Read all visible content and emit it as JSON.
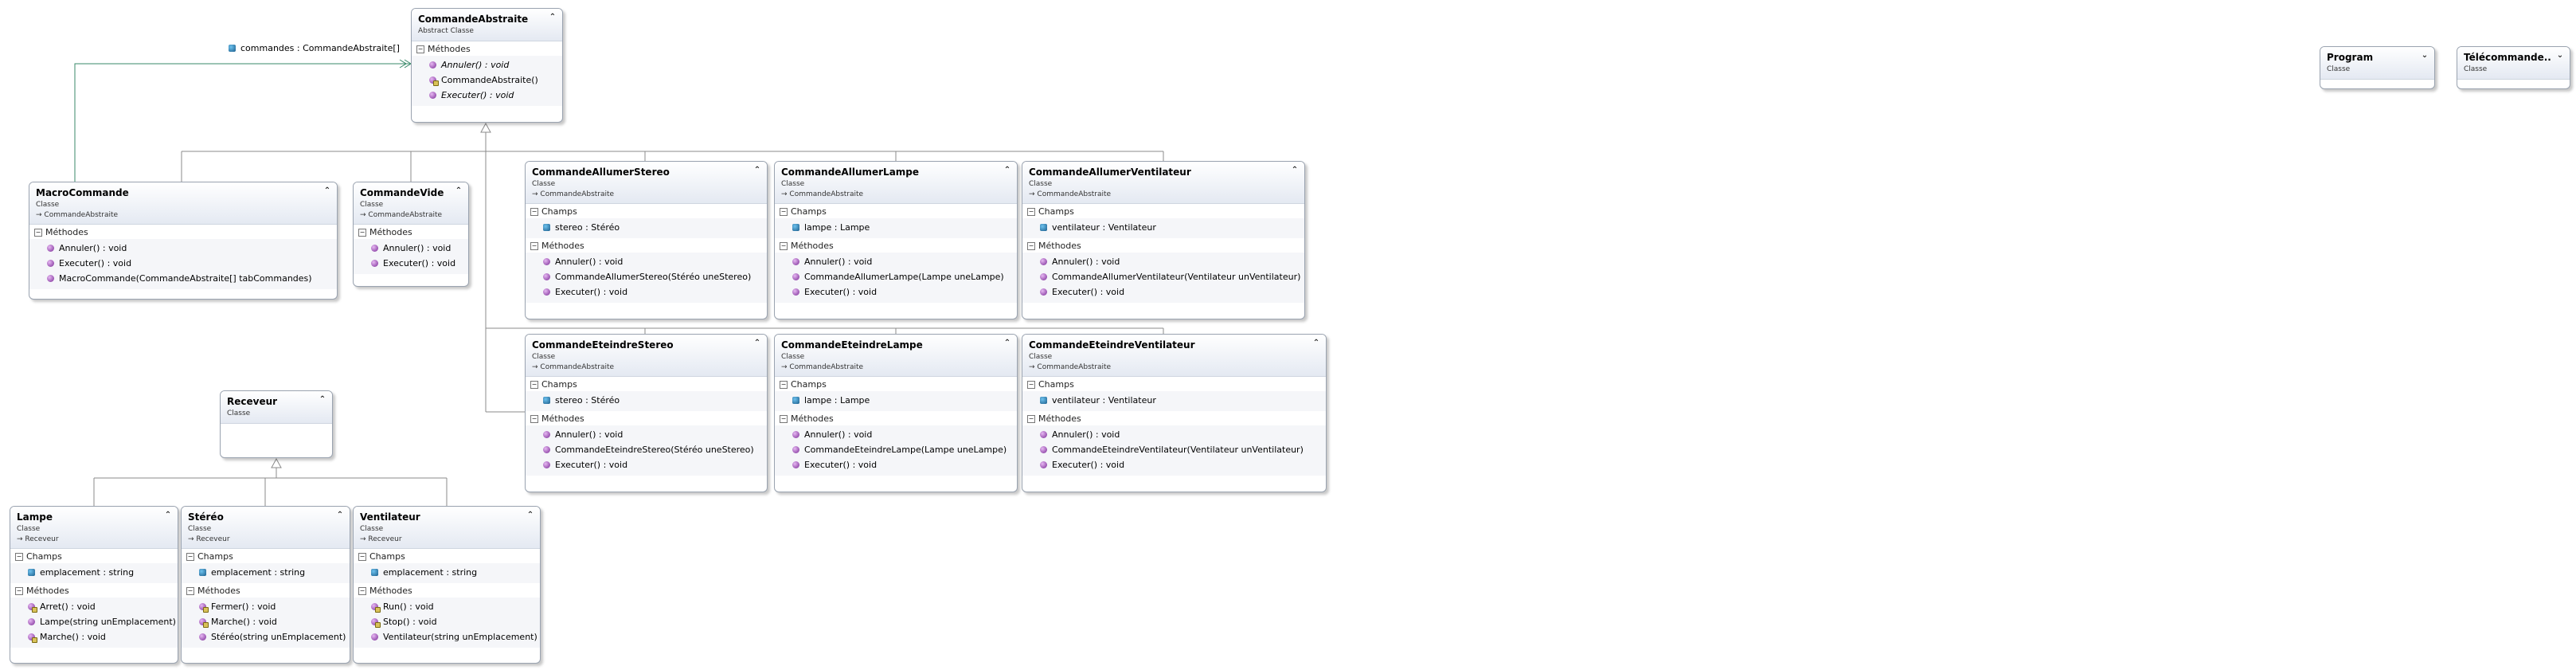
{
  "colors": {
    "edge": "#8b8b8b",
    "association": "#3a8a6a",
    "method_icon": "#7a2a96",
    "field_icon": "#1a5d8c"
  },
  "icons": {
    "method": "method-icon",
    "field": "field-icon",
    "collapse": "chevron-icon",
    "section_toggle": "section-toggle-icon"
  },
  "association": {
    "label": "commandes : CommandeAbstraite[]"
  },
  "classes": {
    "CommandeAbstraite": {
      "name": "CommandeAbstraite",
      "kind": "Abstract Classe",
      "parent": "",
      "collapse": "⌃",
      "sections": [
        {
          "title": "Méthodes",
          "members": [
            {
              "text": "Annuler() : void",
              "icon": "method",
              "abstract": true,
              "prot": false
            },
            {
              "text": "CommandeAbstraite()",
              "icon": "method",
              "abstract": false,
              "prot": true
            },
            {
              "text": "Executer() : void",
              "icon": "method",
              "abstract": true,
              "prot": false
            }
          ]
        }
      ]
    },
    "MacroCommande": {
      "name": "MacroCommande",
      "kind": "Classe",
      "parent": "CommandeAbstraite",
      "collapse": "⌃",
      "sections": [
        {
          "title": "Méthodes",
          "members": [
            {
              "text": "Annuler() : void",
              "icon": "method"
            },
            {
              "text": "Executer() : void",
              "icon": "method"
            },
            {
              "text": "MacroCommande(CommandeAbstraite[] tabCommandes)",
              "icon": "method"
            }
          ]
        }
      ]
    },
    "CommandeVide": {
      "name": "CommandeVide",
      "kind": "Classe",
      "parent": "CommandeAbstraite",
      "collapse": "⌃",
      "sections": [
        {
          "title": "Méthodes",
          "members": [
            {
              "text": "Annuler() : void",
              "icon": "method"
            },
            {
              "text": "Executer() : void",
              "icon": "method"
            }
          ]
        }
      ]
    },
    "CommandeAllumerStereo": {
      "name": "CommandeAllumerStereo",
      "kind": "Classe",
      "parent": "CommandeAbstraite",
      "collapse": "⌃",
      "sections": [
        {
          "title": "Champs",
          "members": [
            {
              "text": "stereo : Stéréo",
              "icon": "field"
            }
          ]
        },
        {
          "title": "Méthodes",
          "members": [
            {
              "text": "Annuler() : void",
              "icon": "method"
            },
            {
              "text": "CommandeAllumerStereo(Stéréo uneStereo)",
              "icon": "method"
            },
            {
              "text": "Executer() : void",
              "icon": "method"
            }
          ]
        }
      ]
    },
    "CommandeAllumerLampe": {
      "name": "CommandeAllumerLampe",
      "kind": "Classe",
      "parent": "CommandeAbstraite",
      "collapse": "⌃",
      "sections": [
        {
          "title": "Champs",
          "members": [
            {
              "text": "lampe : Lampe",
              "icon": "field"
            }
          ]
        },
        {
          "title": "Méthodes",
          "members": [
            {
              "text": "Annuler() : void",
              "icon": "method"
            },
            {
              "text": "CommandeAllumerLampe(Lampe uneLampe)",
              "icon": "method"
            },
            {
              "text": "Executer() : void",
              "icon": "method"
            }
          ]
        }
      ]
    },
    "CommandeAllumerVentilateur": {
      "name": "CommandeAllumerVentilateur",
      "kind": "Classe",
      "parent": "CommandeAbstraite",
      "collapse": "⌃",
      "sections": [
        {
          "title": "Champs",
          "members": [
            {
              "text": "ventilateur : Ventilateur",
              "icon": "field"
            }
          ]
        },
        {
          "title": "Méthodes",
          "members": [
            {
              "text": "Annuler() : void",
              "icon": "method"
            },
            {
              "text": "CommandeAllumerVentilateur(Ventilateur unVentilateur)",
              "icon": "method"
            },
            {
              "text": "Executer() : void",
              "icon": "method"
            }
          ]
        }
      ]
    },
    "CommandeEteindreStereo": {
      "name": "CommandeEteindreStereo",
      "kind": "Classe",
      "parent": "CommandeAbstraite",
      "collapse": "⌃",
      "sections": [
        {
          "title": "Champs",
          "members": [
            {
              "text": "stereo : Stéréo",
              "icon": "field"
            }
          ]
        },
        {
          "title": "Méthodes",
          "members": [
            {
              "text": "Annuler() : void",
              "icon": "method"
            },
            {
              "text": "CommandeEteindreStereo(Stéréo uneStereo)",
              "icon": "method"
            },
            {
              "text": "Executer() : void",
              "icon": "method"
            }
          ]
        }
      ]
    },
    "CommandeEteindreLampe": {
      "name": "CommandeEteindreLampe",
      "kind": "Classe",
      "parent": "CommandeAbstraite",
      "collapse": "⌃",
      "sections": [
        {
          "title": "Champs",
          "members": [
            {
              "text": "lampe : Lampe",
              "icon": "field"
            }
          ]
        },
        {
          "title": "Méthodes",
          "members": [
            {
              "text": "Annuler() : void",
              "icon": "method"
            },
            {
              "text": "CommandeEteindreLampe(Lampe uneLampe)",
              "icon": "method"
            },
            {
              "text": "Executer() : void",
              "icon": "method"
            }
          ]
        }
      ]
    },
    "CommandeEteindreVentilateur": {
      "name": "CommandeEteindreVentilateur",
      "kind": "Classe",
      "parent": "CommandeAbstraite",
      "collapse": "⌃",
      "sections": [
        {
          "title": "Champs",
          "members": [
            {
              "text": "ventilateur : Ventilateur",
              "icon": "field"
            }
          ]
        },
        {
          "title": "Méthodes",
          "members": [
            {
              "text": "Annuler() : void",
              "icon": "method"
            },
            {
              "text": "CommandeEteindreVentilateur(Ventilateur unVentilateur)",
              "icon": "method"
            },
            {
              "text": "Executer() : void",
              "icon": "method"
            }
          ]
        }
      ]
    },
    "Receveur": {
      "name": "Receveur",
      "kind": "Classe",
      "parent": "",
      "collapse": "⌃",
      "sections": []
    },
    "Lampe": {
      "name": "Lampe",
      "kind": "Classe",
      "parent": "Receveur",
      "collapse": "⌃",
      "sections": [
        {
          "title": "Champs",
          "members": [
            {
              "text": "emplacement : string",
              "icon": "field"
            }
          ]
        },
        {
          "title": "Méthodes",
          "members": [
            {
              "text": "Arret() : void",
              "icon": "method",
              "prot": true
            },
            {
              "text": "Lampe(string unEmplacement)",
              "icon": "method"
            },
            {
              "text": "Marche() : void",
              "icon": "method",
              "prot": true
            }
          ]
        }
      ]
    },
    "Stereo": {
      "name": "Stéréo",
      "kind": "Classe",
      "parent": "Receveur",
      "collapse": "⌃",
      "sections": [
        {
          "title": "Champs",
          "members": [
            {
              "text": "emplacement : string",
              "icon": "field"
            }
          ]
        },
        {
          "title": "Méthodes",
          "members": [
            {
              "text": "Fermer() : void",
              "icon": "method",
              "prot": true
            },
            {
              "text": "Marche() : void",
              "icon": "method",
              "prot": true
            },
            {
              "text": "Stéréo(string unEmplacement)",
              "icon": "method"
            }
          ]
        }
      ]
    },
    "Ventilateur": {
      "name": "Ventilateur",
      "kind": "Classe",
      "parent": "Receveur",
      "collapse": "⌃",
      "sections": [
        {
          "title": "Champs",
          "members": [
            {
              "text": "emplacement : string",
              "icon": "field"
            }
          ]
        },
        {
          "title": "Méthodes",
          "members": [
            {
              "text": "Run() : void",
              "icon": "method",
              "prot": true
            },
            {
              "text": "Stop() : void",
              "icon": "method",
              "prot": true
            },
            {
              "text": "Ventilateur(string unEmplacement)",
              "icon": "method"
            }
          ]
        }
      ]
    },
    "Program": {
      "name": "Program",
      "kind": "Classe",
      "parent": "",
      "collapse": "⌄",
      "sections": []
    },
    "Telecommande": {
      "name": "Télécommande...",
      "kind": "Classe",
      "parent": "",
      "collapse": "⌄",
      "sections": []
    }
  }
}
